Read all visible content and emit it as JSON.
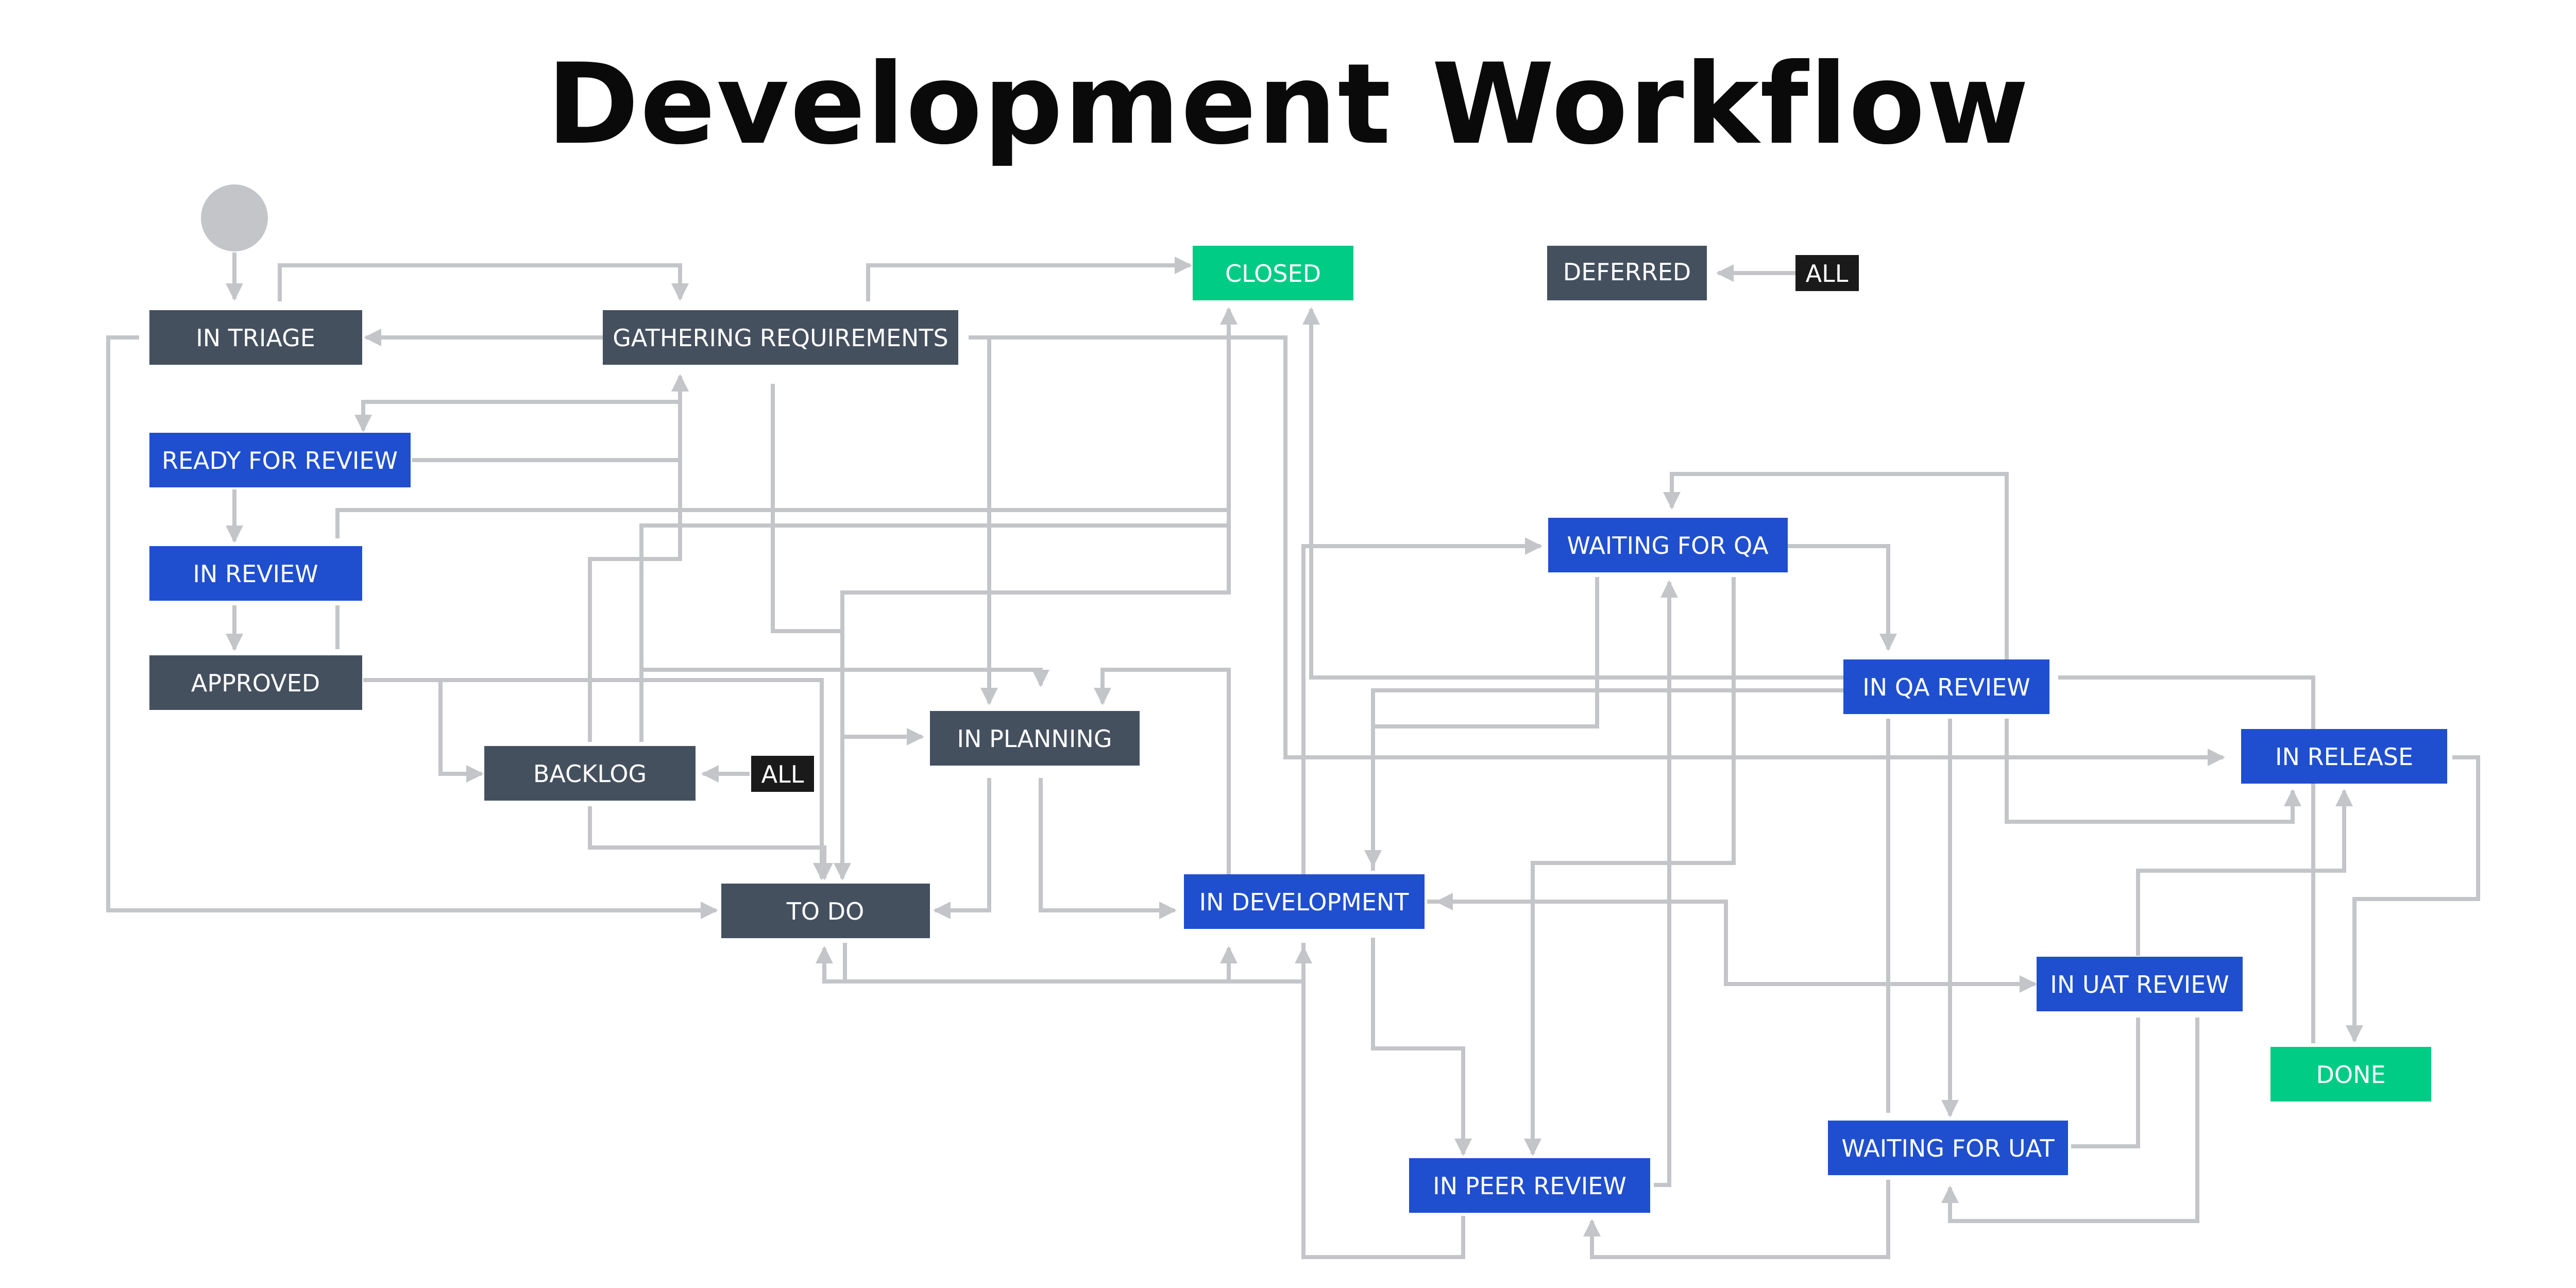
{
  "title": "Development Workflow",
  "colors": {
    "dark_status": "#45505f",
    "blue_status": "#1f4fcf",
    "green_status": "#00cc85",
    "all_badge": "#1a1a1a",
    "connector": "#c4c5c9",
    "start_circle": "#c4c5c9"
  },
  "statuses": {
    "in_triage": "IN TRIAGE",
    "gathering_requirements": "GATHERING REQUIREMENTS",
    "closed": "CLOSED",
    "deferred": "DEFERRED",
    "deferred_all": "ALL",
    "ready_for_review": "READY FOR REVIEW",
    "in_review": "IN REVIEW",
    "approved": "APPROVED",
    "backlog": "BACKLOG",
    "backlog_all": "ALL",
    "in_planning": "IN PLANNING",
    "to_do": "TO DO",
    "in_development": "IN DEVELOPMENT",
    "waiting_for_qa": "WAITING FOR QA",
    "in_qa_review": "IN QA REVIEW",
    "in_release": "IN RELEASE",
    "in_uat_review": "IN UAT REVIEW",
    "done": "DONE",
    "in_peer_review": "IN PEER REVIEW",
    "waiting_for_uat": "WAITING FOR UAT"
  }
}
